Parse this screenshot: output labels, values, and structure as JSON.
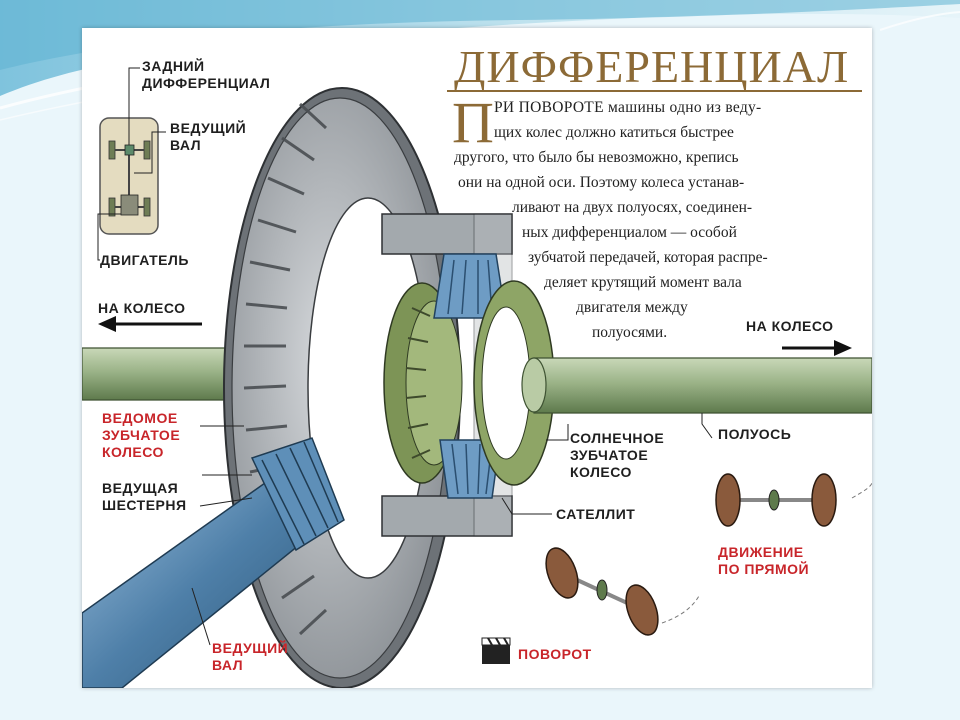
{
  "diagram": {
    "title": "ДИФФЕРЕНЦИАЛ",
    "description": {
      "dropcap": "П",
      "lines": [
        "РИ ПОВОРОТЕ машины одно из веду-",
        "щих колес должно катиться быстрее",
        "другого, что было бы невозможно, крепись",
        "они на одной оси. Поэтому колеса устанав-",
        "ливают на двух полуосях, соединен-",
        "ных дифференциалом — особой",
        "зубчатой передачей, которая распре-",
        "деляет крутящий момент вала",
        "двигателя между",
        "полуосями."
      ]
    },
    "inset_labels": {
      "rear_differential": "ЗАДНИЙ\nДИФФЕРЕНЦИАЛ",
      "drive_shaft": "ВЕДУЩИЙ\nВАЛ",
      "engine": "ДВИГАТЕЛЬ"
    },
    "labels": {
      "to_wheel_left": "НА КОЛЕСО",
      "to_wheel_right": "НА КОЛЕСО",
      "driven_gear": "ВЕДОМОЕ\nЗУБЧАТОЕ\nКОЛЕСО",
      "pinion": "ВЕДУЩАЯ\nШЕСТЕРНЯ",
      "drive_shaft_bottom": "ВЕДУЩИЙ\nВАЛ",
      "sun_gear": "СОЛНЕЧНОЕ\nЗУБЧАТОЕ\nКОЛЕСО",
      "axle_shaft": "ПОЛУОСЬ",
      "planet_gear": "САТЕЛЛИТ",
      "straight_motion": "ДВИЖЕНИЕ\nПО ПРЯМОЙ",
      "turn": "ПОВОРОТ"
    },
    "colors": {
      "title_brown": "#8c6a36",
      "label_red": "#c8252a",
      "ring_gear_gray": "#9aa0a5",
      "axle_green": "#8aa277",
      "drive_shaft_blue": "#4e7fa8",
      "sun_gear_green": "#7d9456",
      "planet_blue": "#6e9cc4",
      "wheel_brown": "#8a5a3c"
    }
  }
}
